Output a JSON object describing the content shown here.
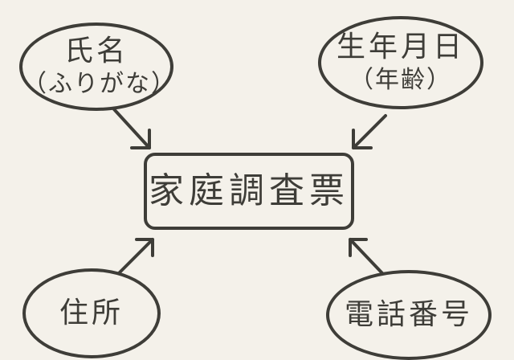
{
  "center": {
    "label": "家庭調査票"
  },
  "nodes": {
    "name": {
      "label": "氏名",
      "sub": "（ふりがな）"
    },
    "birth": {
      "label": "生年月日",
      "sub": "（年齢）"
    },
    "address": {
      "label": "住所"
    },
    "phone": {
      "label": "電話番号"
    }
  },
  "colors": {
    "ink": "#3e3d38",
    "paper": "#f4f1ea"
  }
}
